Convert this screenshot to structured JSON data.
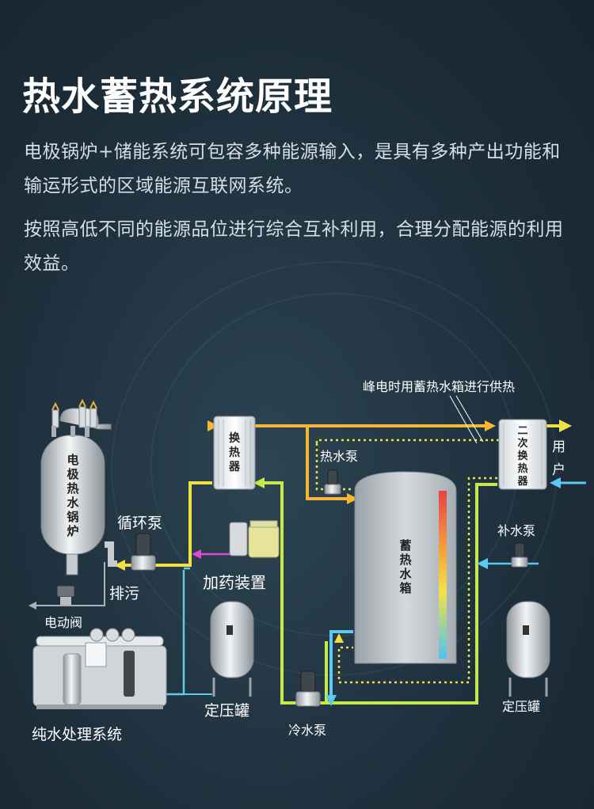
{
  "title": "热水蓄热系统原理",
  "paragraph1": "电极锅炉+储能系统可包容多种能源输入，是具有多种产出功能和输运形式的区域能源互联网系统。",
  "paragraph2": "按照高低不同的能源品位进行综合互补利用，合理分配能源的利用效益。",
  "diagram": {
    "peak_note": "峰电时用蓄热水箱进行供热",
    "boiler": [
      "电",
      "极",
      "热",
      "水",
      "锅",
      "炉"
    ],
    "hx1": [
      "换",
      "热",
      "器"
    ],
    "hx2": [
      "二",
      "次",
      "换",
      "热",
      "器"
    ],
    "tank": [
      "蓄",
      "热",
      "水",
      "箱"
    ],
    "user": [
      "用",
      "户"
    ],
    "circulation_pump": "循环泵",
    "hot_water_pump": "热水泵",
    "dosing_device": "加药装置",
    "blowdown": "排污",
    "electric_valve": "电动阀",
    "pure_water_system": "纯水处理系统",
    "pressure_tank_left": "定压罐",
    "pressure_tank_right": "定压罐",
    "cold_water_pump": "冷水泵",
    "makeup_pump": "补水泵"
  },
  "colors": {
    "hot_line": "#f7b733",
    "very_hot_line": "#f07a25",
    "return_line": "#c5e84a",
    "cold_line": "#5ec8ef",
    "dosing_line": "#e048d8",
    "yellow_line": "#f0e040"
  }
}
